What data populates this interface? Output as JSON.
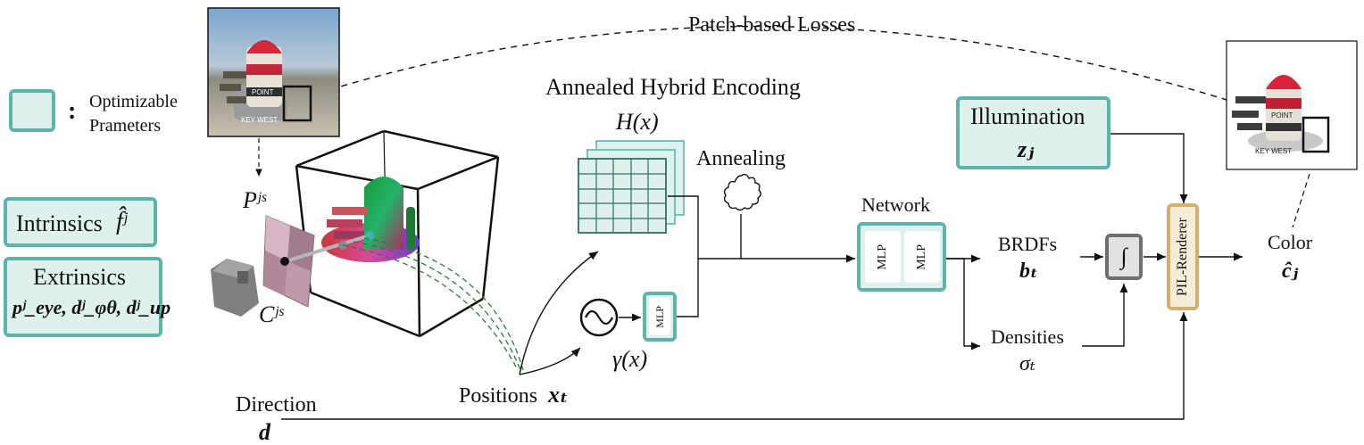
{
  "legend": {
    "colon": ":",
    "text_line1": "Optimizable",
    "text_line2": "Prameters",
    "swatch_color": "#dff1ed",
    "border_color": "#5bb5ab"
  },
  "camera_params": {
    "intrinsics_label": "Intrinsics",
    "intrinsics_symbol": "f̂ʲ",
    "extrinsics_label": "Extrinsics",
    "extrinsics_symbols": "pʲ_eye, dʲ_φθ, dʲ_up"
  },
  "scene": {
    "pixel_label": "Pʲˢ",
    "camera_label": "Cʲˢ",
    "direction_label": "Direction",
    "direction_symbol": "d",
    "positions_label": "Positions",
    "positions_symbol": "xₜ"
  },
  "photos": {
    "input_caption_1": "POINT",
    "input_caption_2": "KEY WEST",
    "output_caption_1": "POINT",
    "output_caption_2": "KEY WEST"
  },
  "patch_loss_label": "Patch-based Losses",
  "encoding": {
    "title": "Annealed Hybrid Encoding",
    "hash_label": "H(x)",
    "annealing_label": "Annealing",
    "mlp_label": "MLP",
    "pe_label": "γ(x)",
    "fill_color": "#f6edd9",
    "border_color": "#d4b06a"
  },
  "network": {
    "title": "Network",
    "mlp1": "MLP",
    "mlp2": "MLP"
  },
  "outputs": {
    "brdf_label": "BRDFs",
    "brdf_symbol": "bₜ",
    "density_label": "Densities",
    "density_symbol": "σₜ",
    "integral_symbol": "∫"
  },
  "illumination": {
    "label": "Illumination",
    "symbol": "zⱼ"
  },
  "renderer": {
    "label": "PIL-Renderer"
  },
  "color_output": {
    "label": "Color",
    "symbol": "ĉⱼ"
  }
}
